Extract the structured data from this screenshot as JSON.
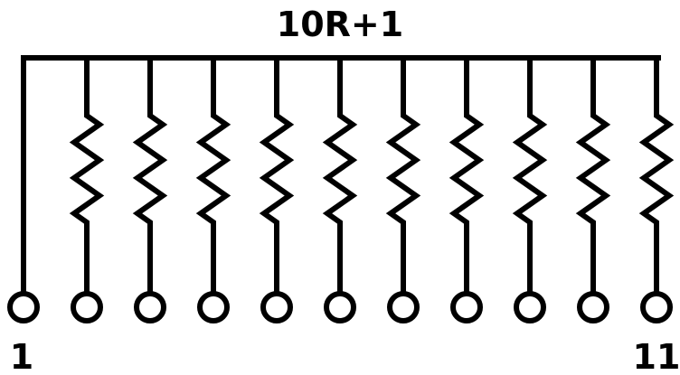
{
  "diagram": {
    "title": "10R+1",
    "label_first": "1",
    "label_last": "11",
    "resistor_count": 10,
    "pin_count": 11,
    "line_color": "#000000",
    "background": "#ffffff"
  }
}
